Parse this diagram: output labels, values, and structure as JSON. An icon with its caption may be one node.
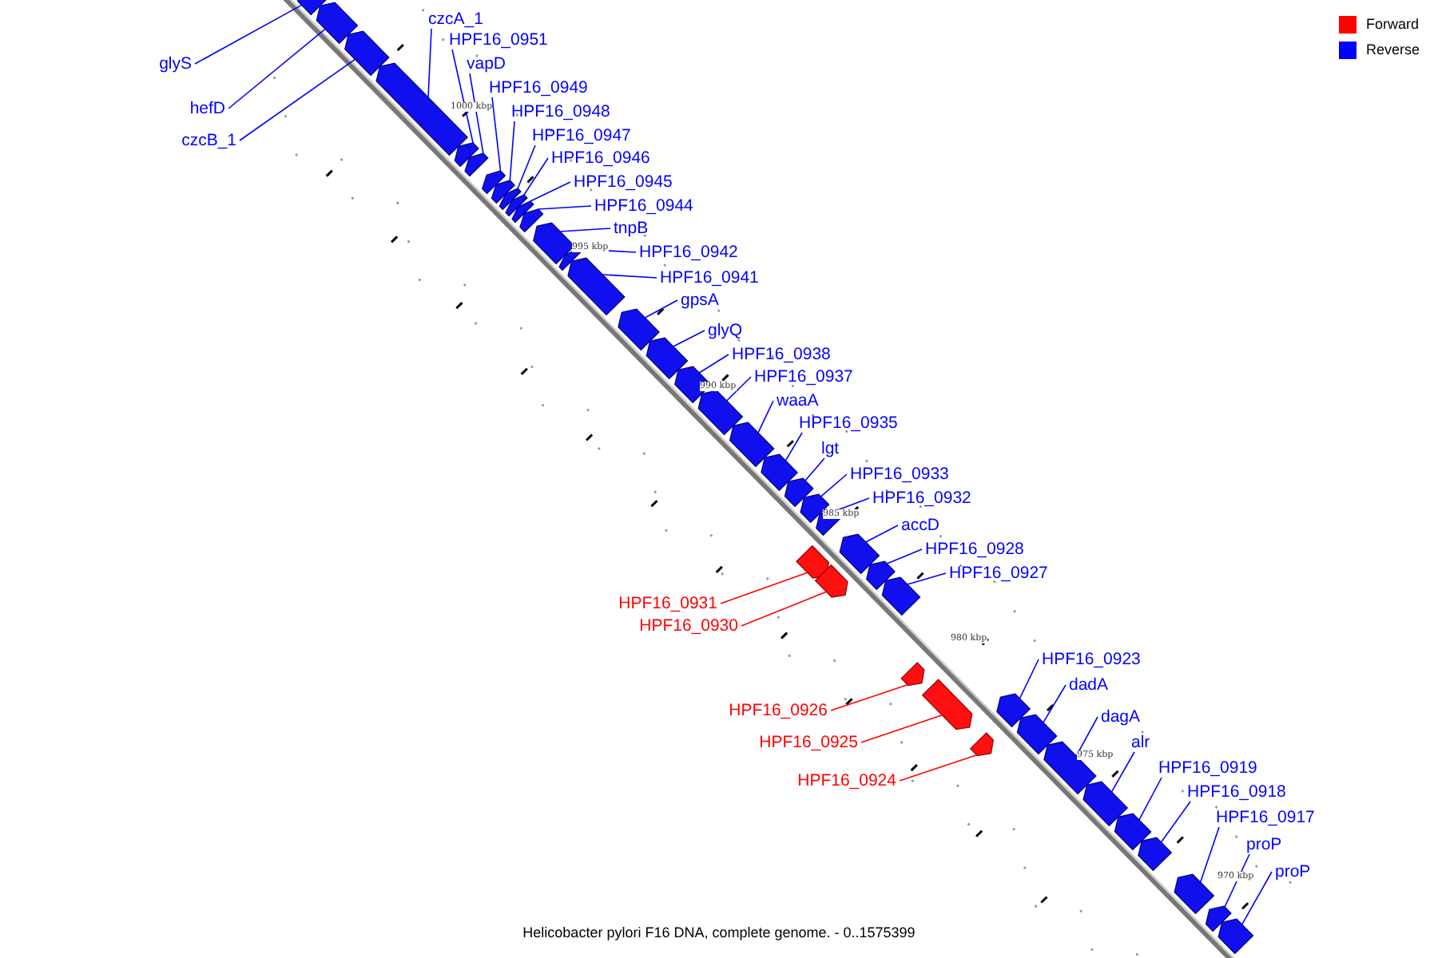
{
  "diagram": {
    "caption": "Helicobacter pylori F16 DNA, complete genome. - 0..1575399",
    "nodes": [
      {
        "text": [
          "glyS"
        ]
      },
      {
        "text": [
          "hefD"
        ]
      },
      {
        "text": [
          "czcB_1"
        ]
      },
      {
        "text": [
          "czcA_1"
        ]
      },
      {
        "text": [
          "HPF16_0951"
        ]
      },
      {
        "text": [
          "vapD"
        ]
      },
      {
        "text": [
          "HPF16_0949"
        ]
      },
      {
        "text": [
          "HPF16_0948"
        ]
      },
      {
        "text": [
          "HPF16_0947"
        ]
      },
      {
        "text": [
          "HPF16_0946"
        ]
      },
      {
        "text": [
          "HPF16_0945"
        ]
      },
      {
        "text": [
          "HPF16_0944"
        ]
      },
      {
        "text": [
          "tnpB"
        ]
      },
      {
        "text": [
          "HPF16_0942"
        ]
      },
      {
        "text": [
          "HPF16_0941"
        ]
      },
      {
        "text": [
          "gpsA"
        ]
      },
      {
        "text": [
          "glyQ"
        ]
      },
      {
        "text": [
          "HPF16_0938"
        ]
      },
      {
        "text": [
          "HPF16_0937"
        ]
      },
      {
        "text": [
          "waaA"
        ]
      },
      {
        "text": [
          "HPF16_0935"
        ]
      },
      {
        "text": [
          "lgt"
        ]
      },
      {
        "text": [
          "HPF16_0933"
        ]
      },
      {
        "text": [
          "HPF16_0932"
        ]
      },
      {
        "text": [
          "accD"
        ]
      },
      {
        "text": [
          "HPF16_0928"
        ]
      },
      {
        "text": [
          "HPF16_0927"
        ]
      },
      {
        "text": [
          "HPF16_0931"
        ]
      },
      {
        "text": [
          "HPF16_0930"
        ]
      },
      {
        "text": [
          "HPF16_0926"
        ]
      },
      {
        "text": [
          "HPF16_0925"
        ]
      },
      {
        "text": [
          "HPF16_0924"
        ]
      },
      {
        "text": [
          "HPF16_0923"
        ]
      },
      {
        "text": [
          "dadA"
        ]
      },
      {
        "text": [
          "dagA"
        ]
      },
      {
        "text": [
          "alr"
        ]
      },
      {
        "text": [
          "HPF16_0919"
        ]
      },
      {
        "text": [
          "HPF16_0918"
        ]
      },
      {
        "text": [
          "HPF16_0917"
        ]
      },
      {
        "text": [
          "proP"
        ]
      },
      {
        "text": [
          "proP"
        ]
      },
      {
        "text": [],
        "shape": "box"
      },
      {
        "text": [],
        "shape": "box"
      },
      {
        "text": [],
        "shape": "box"
      },
      {
        "text": [],
        "shape": "box"
      },
      {
        "text": [],
        "shape": "box"
      },
      {
        "text": [],
        "shape": "box"
      },
      {
        "text": [],
        "shape": "box"
      },
      {
        "text": [],
        "shape": "box"
      },
      {
        "text": [],
        "shape": "box"
      },
      {
        "text": [],
        "shape": "box"
      },
      {
        "text": [],
        "shape": "box"
      },
      {
        "text": [],
        "shape": "box"
      },
      {
        "text": [],
        "shape": "box"
      },
      {
        "text": [],
        "shape": "box"
      },
      {
        "text": [],
        "shape": "box"
      },
      {
        "text": [],
        "shape": "box"
      },
      {
        "text": [],
        "shape": "box"
      },
      {
        "text": [],
        "shape": "box"
      },
      {
        "text": [],
        "shape": "box"
      },
      {
        "text": [],
        "shape": "box"
      },
      {
        "text": [],
        "shape": "box"
      },
      {
        "text": [],
        "shape": "box"
      },
      {
        "text": [],
        "shape": "box"
      },
      {
        "text": [],
        "shape": "box"
      },
      {
        "text": [],
        "shape": "box"
      },
      {
        "text": [],
        "shape": "box"
      },
      {
        "text": [],
        "shape": "box"
      },
      {
        "text": [],
        "shape": "box"
      },
      {
        "text": [],
        "shape": "box"
      },
      {
        "text": [],
        "shape": "box"
      },
      {
        "text": [],
        "shape": "box"
      },
      {
        "text": [],
        "shape": "box"
      },
      {
        "text": [],
        "shape": "box"
      },
      {
        "text": [],
        "shape": "box"
      },
      {
        "text": [],
        "shape": "box"
      },
      {
        "text": [],
        "shape": "box"
      },
      {
        "text": [],
        "shape": "box"
      },
      {
        "text": [],
        "shape": "box"
      },
      {
        "text": [],
        "shape": "box"
      },
      {
        "text": [],
        "shape": "box"
      },
      {
        "text": [],
        "shape": "box"
      }
    ],
    "edges": [
      {
        "from": 0,
        "to": 41,
        "arrow": "none"
      },
      {
        "from": 1,
        "to": 42,
        "arrow": "none"
      },
      {
        "from": 2,
        "to": 43,
        "arrow": "none"
      },
      {
        "from": 3,
        "to": 44,
        "arrow": "none"
      },
      {
        "from": 4,
        "to": 45,
        "arrow": "none"
      },
      {
        "from": 5,
        "to": 46,
        "arrow": "none"
      },
      {
        "from": 6,
        "to": 47,
        "arrow": "none"
      },
      {
        "from": 7,
        "to": 48,
        "arrow": "none"
      },
      {
        "from": 8,
        "to": 49,
        "arrow": "none"
      },
      {
        "from": 9,
        "to": 50,
        "arrow": "none"
      },
      {
        "from": 10,
        "to": 51,
        "arrow": "none"
      },
      {
        "from": 11,
        "to": 52,
        "arrow": "none"
      },
      {
        "from": 12,
        "to": 53,
        "arrow": "none"
      },
      {
        "from": 13,
        "to": 54,
        "arrow": "none"
      },
      {
        "from": 14,
        "to": 55,
        "arrow": "none"
      },
      {
        "from": 15,
        "to": 56,
        "arrow": "none"
      },
      {
        "from": 16,
        "to": 57,
        "arrow": "none"
      },
      {
        "from": 17,
        "to": 58,
        "arrow": "none"
      },
      {
        "from": 18,
        "to": 59,
        "arrow": "none"
      },
      {
        "from": 19,
        "to": 60,
        "arrow": "none"
      },
      {
        "from": 20,
        "to": 61,
        "arrow": "none"
      },
      {
        "from": 21,
        "to": 62,
        "arrow": "none"
      },
      {
        "from": 22,
        "to": 63,
        "arrow": "none"
      },
      {
        "from": 23,
        "to": 64,
        "arrow": "none"
      },
      {
        "from": 24,
        "to": 65,
        "arrow": "none"
      },
      {
        "from": 25,
        "to": 66,
        "arrow": "none"
      },
      {
        "from": 26,
        "to": 67,
        "arrow": "none"
      },
      {
        "from": 27,
        "to": 68,
        "arrow": "none",
        "color": "#ff0000"
      },
      {
        "from": 28,
        "to": 69,
        "arrow": "none",
        "color": "#ff0000"
      },
      {
        "from": 29,
        "to": 70,
        "arrow": "none",
        "color": "#ff0000"
      },
      {
        "from": 30,
        "to": 71,
        "arrow": "none",
        "color": "#ff0000"
      },
      {
        "from": 31,
        "to": 72,
        "arrow": "none",
        "color": "#ff0000"
      },
      {
        "from": 32,
        "to": 73,
        "arrow": "none"
      },
      {
        "from": 33,
        "to": 74,
        "arrow": "none"
      },
      {
        "from": 34,
        "to": 75,
        "arrow": "none"
      },
      {
        "from": 35,
        "to": 76,
        "arrow": "none"
      },
      {
        "from": 36,
        "to": 77,
        "arrow": "none"
      },
      {
        "from": 37,
        "to": 78,
        "arrow": "none"
      },
      {
        "from": 38,
        "to": 79,
        "arrow": "none"
      },
      {
        "from": 39,
        "to": 80,
        "arrow": "none"
      },
      {
        "from": 40,
        "to": 81,
        "arrow": "none"
      }
    ],
    "labels": [
      "1000 kbp",
      "995 kbp",
      "990 kbp",
      "985 kbp",
      "980 kbp",
      "975 kbp",
      "970 kbp"
    ],
    "legend": [
      {
        "text": "Forward",
        "color": "#ff0000"
      },
      {
        "text": "Reverse",
        "color": "#0000ff"
      }
    ]
  }
}
